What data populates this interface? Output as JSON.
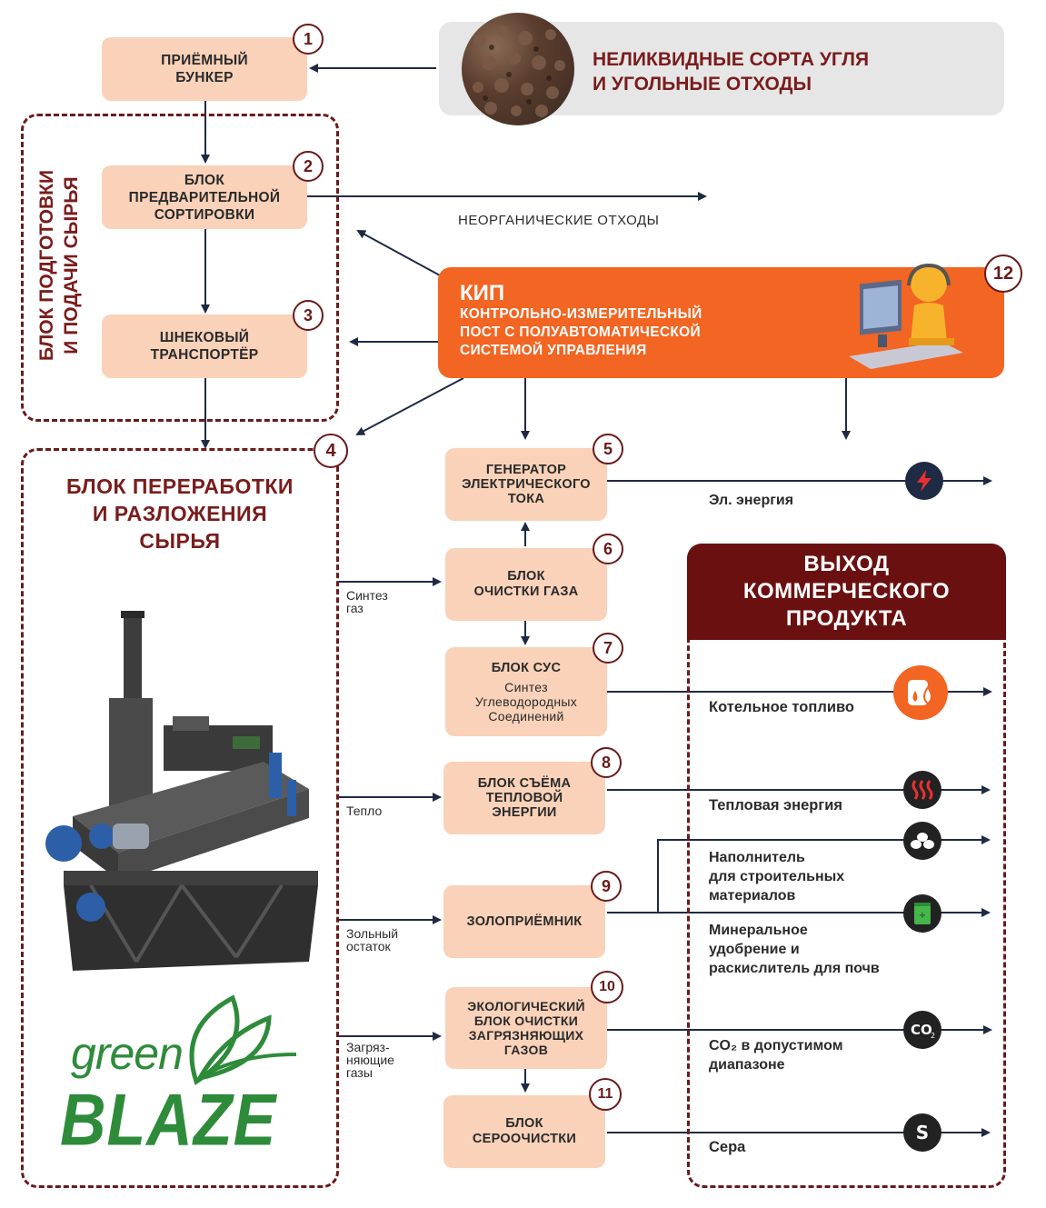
{
  "raw_material": {
    "title_line1": "НЕЛИКВИДНЫЕ СОРТА УГЛЯ",
    "title_line2": "И УГОЛЬНЫЕ ОТХОДЫ"
  },
  "prep_block": {
    "title_line1": "БЛОК ПОДГОТОВКИ",
    "title_line2": "И ПОДАЧИ СЫРЬЯ"
  },
  "proc_block": {
    "title_line1": "БЛОК ПЕРЕРАБОТКИ",
    "title_line2": "И РАЗЛОЖЕНИЯ",
    "title_line3": "СЫРЬЯ",
    "number": "4"
  },
  "nodes": {
    "n1": {
      "number": "1",
      "line1": "ПРИЁМНЫЙ",
      "line2": "БУНКЕР"
    },
    "n2": {
      "number": "2",
      "line1": "БЛОК",
      "line2": "ПРЕДВАРИТЕЛЬНОЙ",
      "line3": "СОРТИРОВКИ"
    },
    "n3": {
      "number": "3",
      "line1": "ШНЕКОВЫЙ",
      "line2": "ТРАНСПОРТЁР"
    },
    "n5": {
      "number": "5",
      "line1": "ГЕНЕРАТОР",
      "line2": "ЭЛЕКТРИЧЕСКОГО",
      "line3": "ТОКА"
    },
    "n6": {
      "number": "6",
      "line1": "БЛОК",
      "line2": "ОЧИСТКИ ГАЗА"
    },
    "n7": {
      "number": "7",
      "title": "БЛОК СУС",
      "sub1": "Синтез",
      "sub2": "Углеводородных",
      "sub3": "Соединений"
    },
    "n8": {
      "number": "8",
      "line1": "БЛОК СЪЁМА",
      "line2": "ТЕПЛОВОЙ",
      "line3": "ЭНЕРГИИ"
    },
    "n9": {
      "number": "9",
      "line1": "ЗОЛОПРИЁМНИК"
    },
    "n10": {
      "number": "10",
      "line1": "ЭКОЛОГИЧЕСКИЙ",
      "line2": "БЛОК ОЧИСТКИ",
      "line3": "ЗАГРЯЗНЯЮЩИХ",
      "line4": "ГАЗОВ"
    },
    "n11": {
      "number": "11",
      "line1": "БЛОК",
      "line2": "СЕРООЧИСТКИ"
    }
  },
  "kip": {
    "number": "12",
    "title": "КИП",
    "line1": "КОНТРОЛЬНО-ИЗМЕРИТЕЛЬНЫЙ",
    "line2": "ПОСТ С ПОЛУАВТОМАТИЧЕСКОЙ",
    "line3": "СИСТЕМОЙ УПРАВЛЕНИЯ"
  },
  "flow_labels": {
    "inorganic": "НЕОРГАНИЧЕСКИЕ ОТХОДЫ",
    "syngas_1": "Синтез",
    "syngas_2": "газ",
    "heat": "Тепло",
    "ash_1": "Зольный",
    "ash_2": "остаток",
    "pollut_1": "Загряз-",
    "pollut_2": "няющие",
    "pollut_3": "газы"
  },
  "commercial": {
    "header_line1": "ВЫХОД",
    "header_line2": "КОММЕРЧЕСКОГО",
    "header_line3": "ПРОДУКТА",
    "products": {
      "electricity": "Эл. энергия",
      "fuel": "Котельное топливо",
      "heat": "Тепловая энергия",
      "filler_1": "Наполнитель",
      "filler_2": "для строительных",
      "filler_3": "материалов",
      "fert_1": "Минеральное",
      "fert_2": "удобрение и",
      "fert_3": "раскислитель для почв",
      "co2_1": "CO₂ в допустимом",
      "co2_2": "диапазоне",
      "sulfur": "Сера"
    }
  },
  "icons": {
    "electricity": "lightning-icon",
    "fuel": "fuel-drop-icon",
    "heat": "heat-waves-icon",
    "filler": "stones-icon",
    "fertilizer": "fertilizer-bag-icon",
    "co2": "co2-icon",
    "sulfur": "sulfur-icon"
  },
  "logo": {
    "line1": "green",
    "line2": "BLAZE"
  },
  "colors": {
    "box_fill": "#f9d2b9",
    "accent_orange": "#f26522",
    "dark_red": "#6b1a1a",
    "logo_green": "#2e8b3a"
  }
}
